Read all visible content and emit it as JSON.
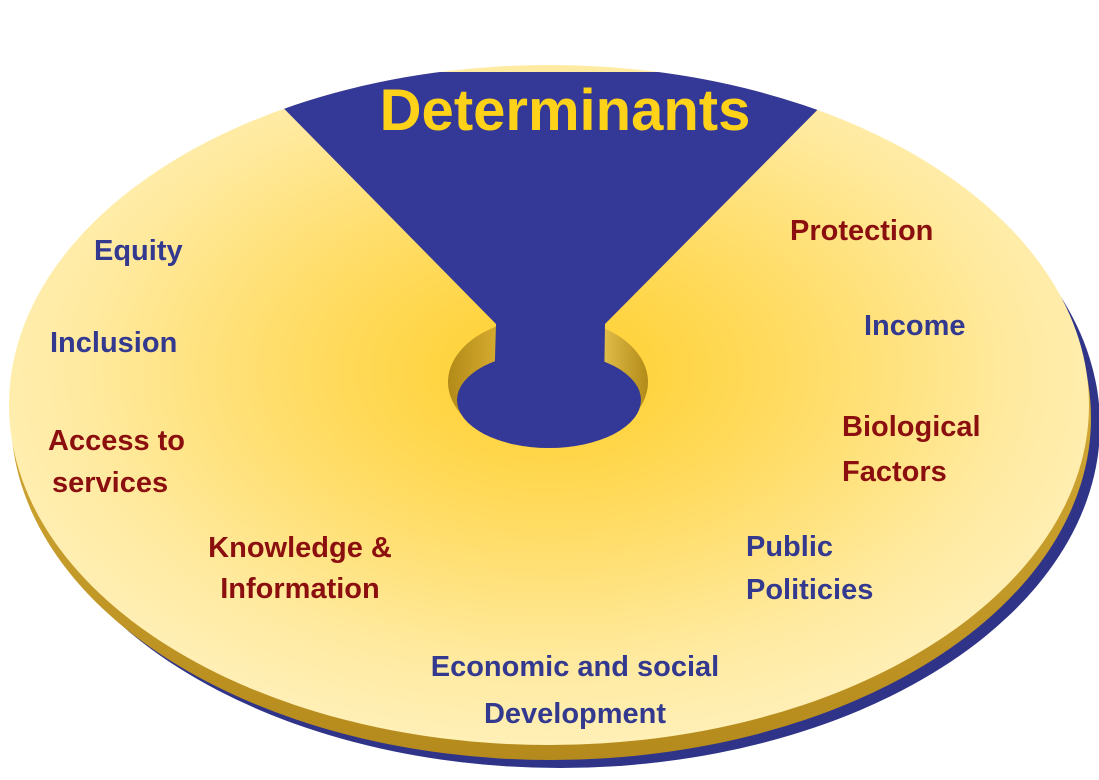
{
  "title": "Determinants",
  "colors": {
    "funnel": "#343896",
    "disc_light": "#fff0b0",
    "disc_glow": "#ffd23a",
    "rim": "#c9a12e",
    "rim_shadow": "#2f3488",
    "title_text": "#ffd21a",
    "label_blue": "#33398f",
    "label_red": "#8b0f0f"
  },
  "labels": {
    "equity": "Equity",
    "inclusion": "Inclusion",
    "access_line1": "Access to",
    "access_line2": "services",
    "knowledge_line1": "Knowledge &",
    "knowledge_line2": "Information",
    "economic_line1": "Economic and social",
    "economic_line2": "Development",
    "public_line1": "Public",
    "public_line2": "Politicies",
    "biological_line1": "Biological",
    "biological_line2": "Factors",
    "income": "Income",
    "protection": "Protection"
  }
}
